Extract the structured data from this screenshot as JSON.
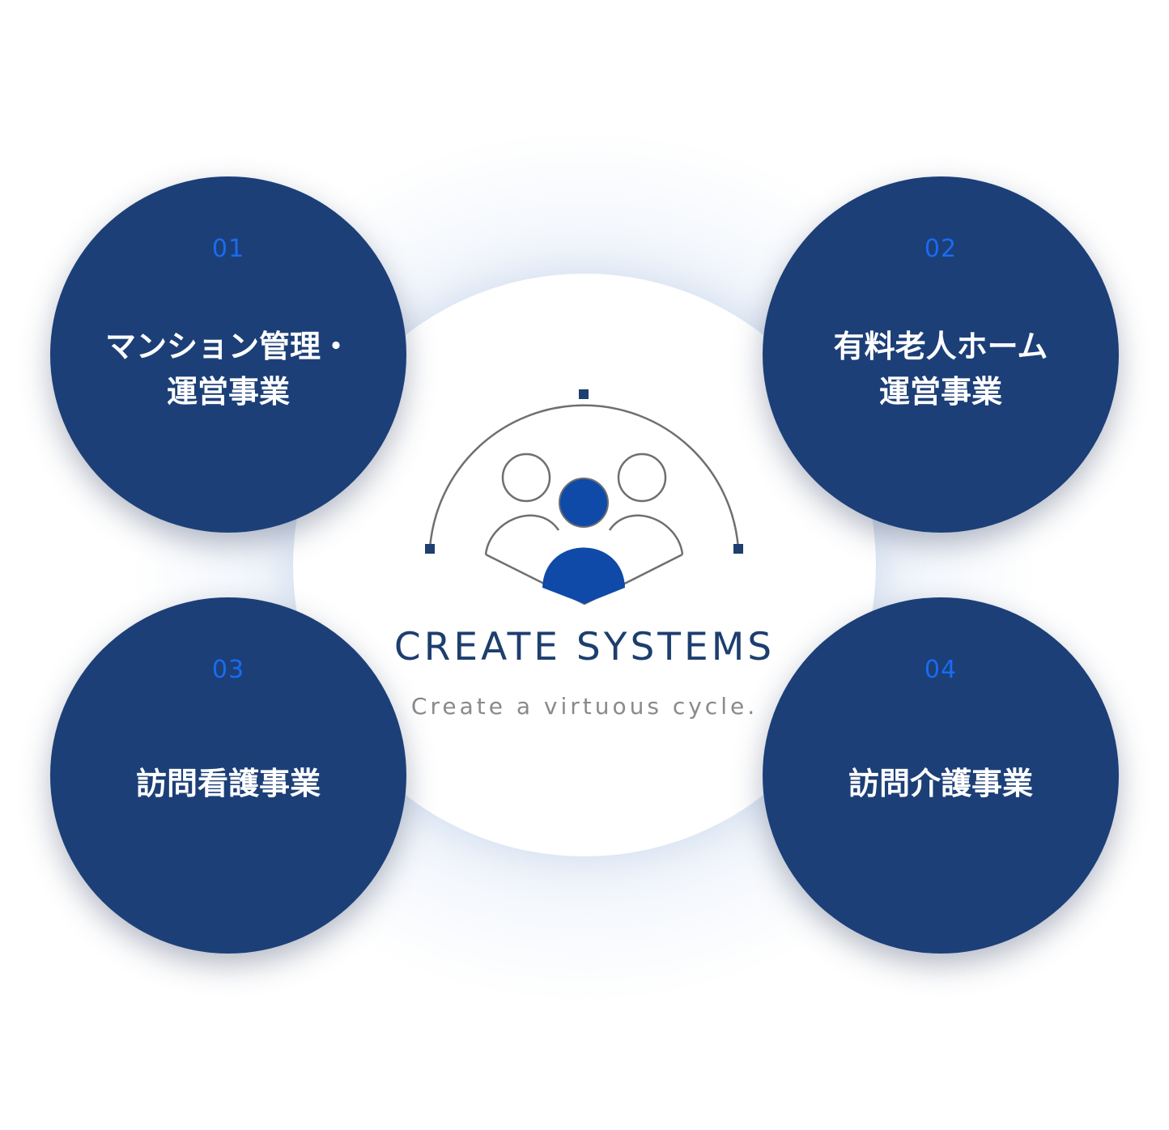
{
  "brand": {
    "name": "CREATE SYSTEMS",
    "tagline": "Create a virtuous cycle."
  },
  "colors": {
    "circle_fill": "#1c3f78",
    "number_accent": "#1a6bf0",
    "brand_text": "#1d3e6e",
    "logo_accent": "#0f4aa8",
    "tagline_text": "#8a8a8a"
  },
  "businesses": [
    {
      "number": "01",
      "line1": "マンション管理・",
      "line2": "運営事業"
    },
    {
      "number": "02",
      "line1": "有料老人ホーム",
      "line2": "運営事業"
    },
    {
      "number": "03",
      "line1": "訪問看護事業"
    },
    {
      "number": "04",
      "line1": "訪問介護事業"
    }
  ]
}
